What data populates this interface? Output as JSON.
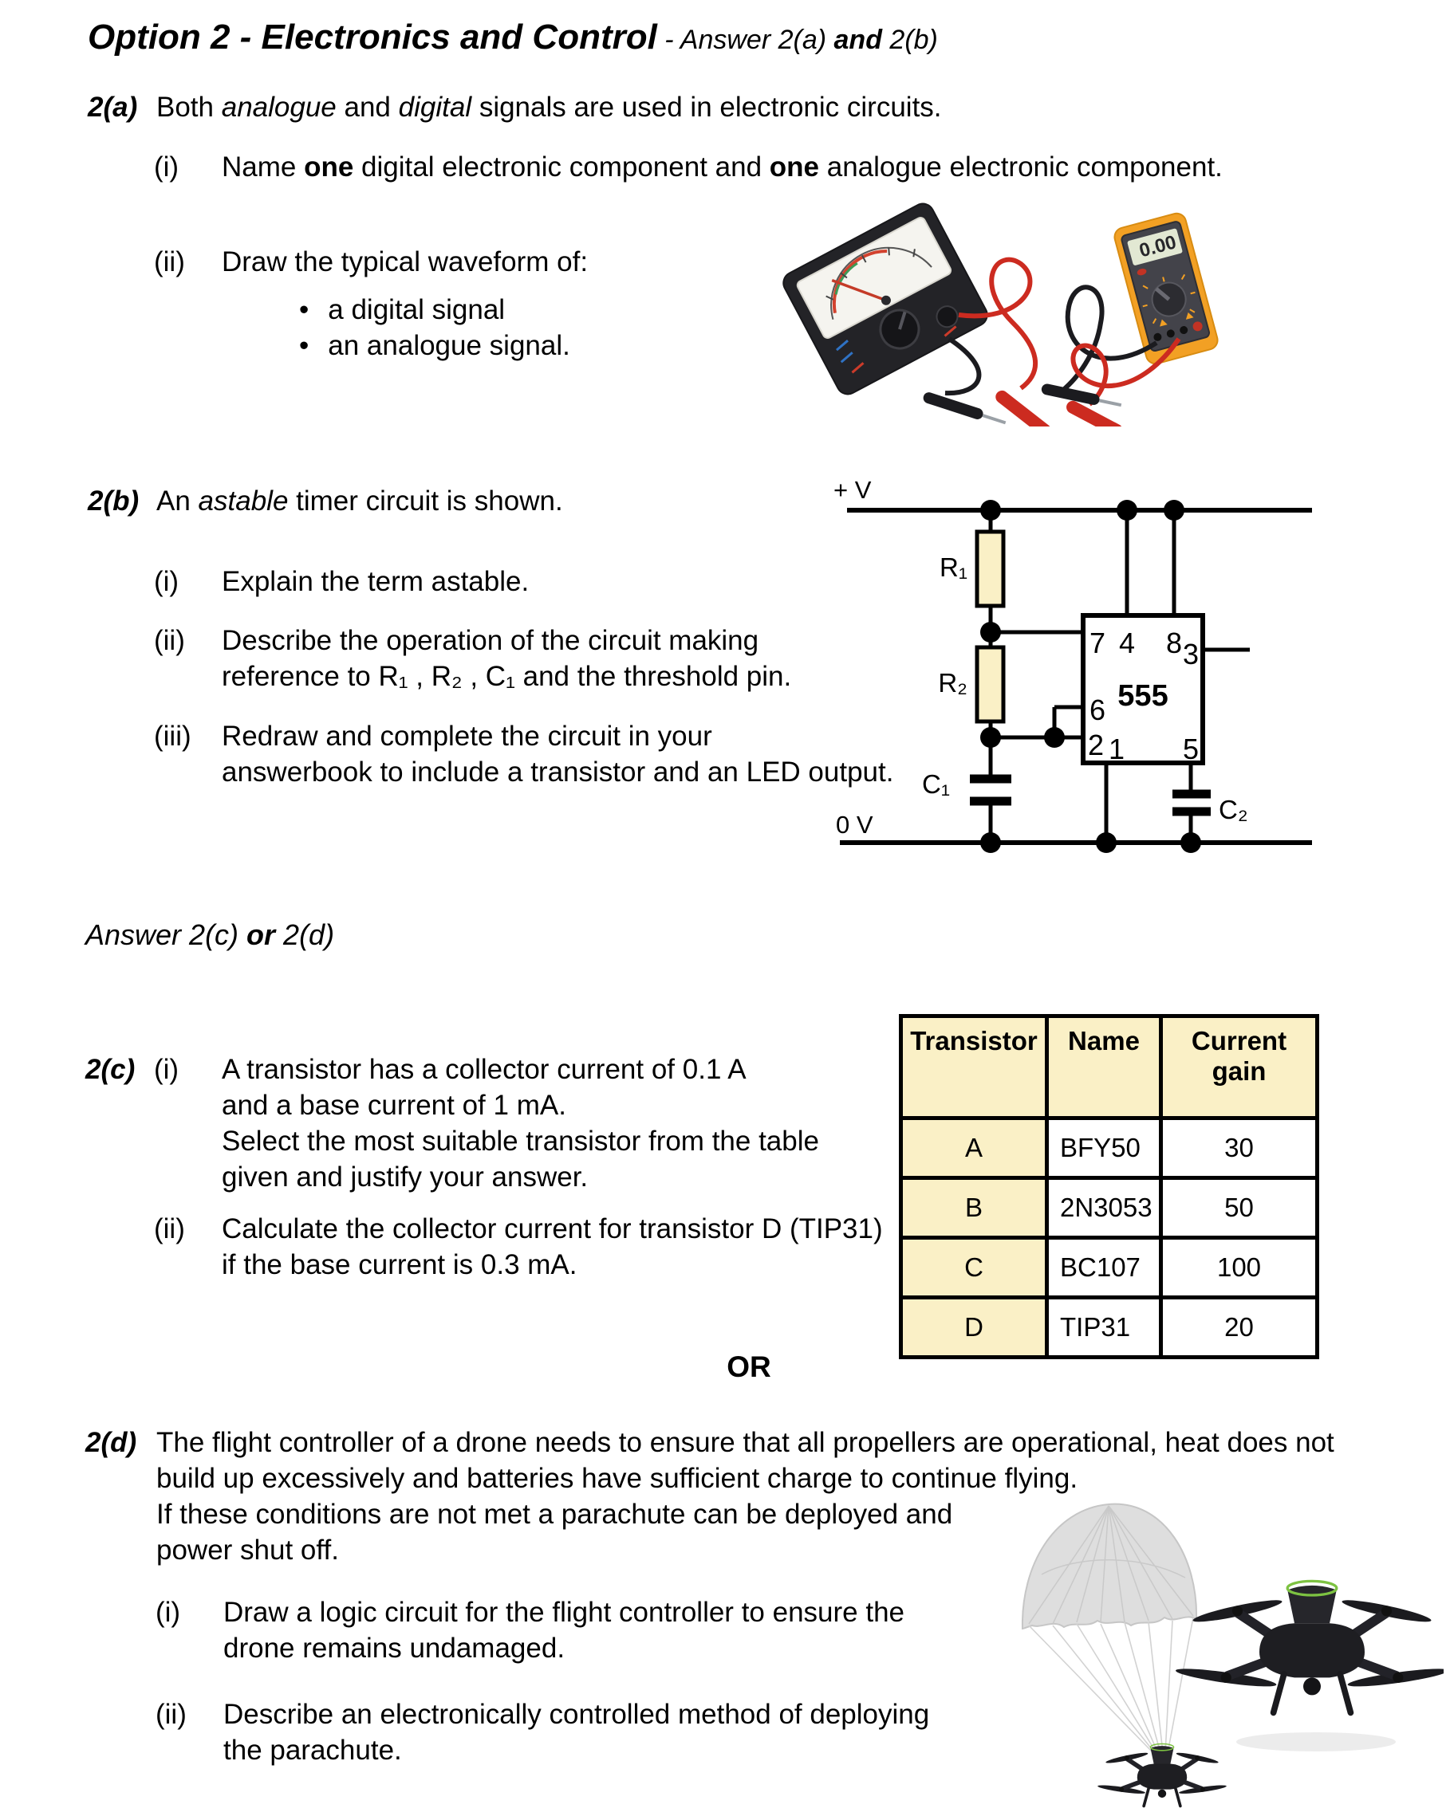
{
  "title": {
    "main": "Option 2 - Electronics and Control",
    "tail_pre": " - Answer 2(a) ",
    "tail_bold": "and",
    "tail_post": " 2(b)"
  },
  "q2a": {
    "label": "2(a)",
    "intro": {
      "s0": "Both ",
      "s1": "analogue",
      "s2": " and ",
      "s3": "digital",
      "s4": " signals are used in electronic circuits."
    },
    "i": {
      "num": "(i)",
      "s0": "Name ",
      "s1": "one",
      "s2": " digital electronic component and ",
      "s3": "one",
      "s4": " analogue electronic component."
    },
    "ii": {
      "num": "(ii)",
      "text": "Draw the typical waveform of:",
      "bullet": "•",
      "bullet1": "a digital signal",
      "bullet2": "an analogue signal."
    }
  },
  "q2b": {
    "label": "2(b)",
    "intro": {
      "s0": "An ",
      "s1": "astable",
      "s2": " timer circuit is shown."
    },
    "i": {
      "num": "(i)",
      "text": "Explain the term astable."
    },
    "ii": {
      "num": "(ii)",
      "line1": "Describe the operation of the circuit making",
      "line2": "reference to R₁ , R₂ , C₁ and the threshold pin."
    },
    "iii": {
      "num": "(iii)",
      "line1": "Redraw and complete the circuit in your",
      "line2": "answerbook to include a transistor and an LED output."
    }
  },
  "circuit": {
    "supply": "+ V",
    "ground": "0 V",
    "r1": "R₁",
    "r2": "R₂",
    "c1": "C₁",
    "c2": "C₂",
    "chip": "555",
    "pin7": "7",
    "pin4": "4",
    "pin8": "8",
    "pin3": "3",
    "pin6": "6",
    "pin2": "2",
    "pin1": "1",
    "pin5": "5"
  },
  "answer_choice": {
    "s0": "Answer 2(c) ",
    "s1": "or",
    "s2": " 2(d)"
  },
  "q2c": {
    "label": "2(c)",
    "i": {
      "num": "(i)",
      "line1": "A transistor has a collector current of 0.1 A",
      "line2": "and a base current of 1 mA.",
      "line3": "Select the most suitable transistor from the table",
      "line4": "given and justify your answer."
    },
    "ii": {
      "num": "(ii)",
      "line1": "Calculate the collector current for transistor D (TIP31)",
      "line2": "if the base current is 0.3 mA."
    }
  },
  "table": {
    "col1": "Transistor",
    "col2": "Name",
    "col3": "Current gain",
    "rows": [
      {
        "id": "A",
        "name": "BFY50",
        "gain": "30"
      },
      {
        "id": "B",
        "name": "2N3053",
        "gain": "50"
      },
      {
        "id": "C",
        "name": "BC107",
        "gain": "100"
      },
      {
        "id": "D",
        "name": "TIP31",
        "gain": "20"
      }
    ]
  },
  "divider": "OR",
  "q2d": {
    "label": "2(d)",
    "intro_line1": "The flight controller of a drone needs to ensure that all propellers are operational, heat does not",
    "intro_line2": "build up excessively and batteries have sufficient charge to continue flying.",
    "intro_line3": "If these conditions are not met a parachute can be deployed and",
    "intro_line4": "power shut off.",
    "i": {
      "num": "(i)",
      "line1": "Draw a logic circuit for the flight controller to ensure the",
      "line2": "drone remains undamaged."
    },
    "ii": {
      "num": "(ii)",
      "line1": "Describe an electronically controlled method of deploying",
      "line2": "the parachute."
    }
  },
  "meter": {
    "lcd": "0.00"
  },
  "colors": {
    "highlight": "#FAF0C6",
    "ink": "#000000",
    "meter_orange": "#F2A024",
    "drone_green": "#7DC242"
  }
}
